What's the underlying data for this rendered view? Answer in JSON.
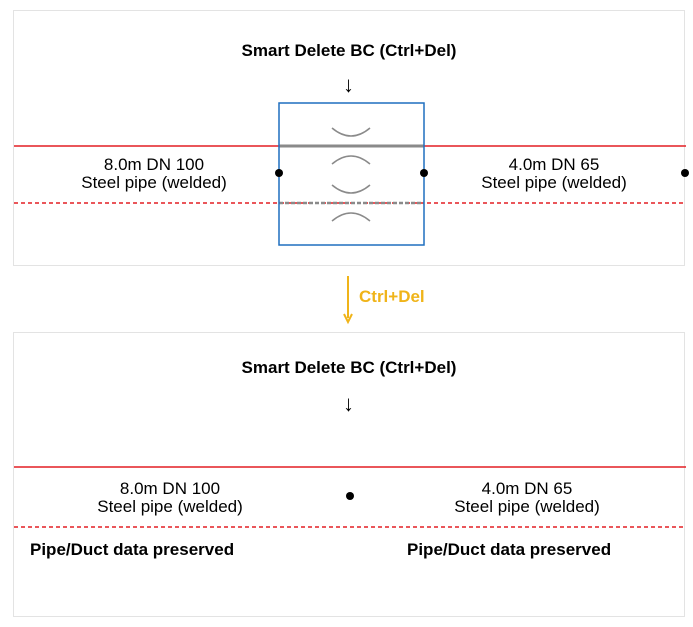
{
  "before": {
    "title": "Smart Delete BC (Ctrl+Del)",
    "arrow": "↓",
    "left_pipe": {
      "length": "8.0m DN 100",
      "material": "Steel pipe (welded)"
    },
    "right_pipe": {
      "length": "4.0m DN 65",
      "material": "Steel pipe (welded)"
    }
  },
  "transition": {
    "label": "Ctrl+Del"
  },
  "after": {
    "title": "Smart Delete BC (Ctrl+Del)",
    "arrow": "↓",
    "left_pipe": {
      "length": "8.0m DN 100",
      "material": "Steel pipe (welded)"
    },
    "right_pipe": {
      "length": "4.0m DN 65",
      "material": "Steel pipe (welded)"
    },
    "left_note": "Pipe/Duct data preserved",
    "right_note": "Pipe/Duct data preserved"
  },
  "colors": {
    "pipe_line": "#e31e24",
    "selection_box": "#1f6fbf",
    "connector": "#8a8a8a",
    "transition_accent": "#f0b419"
  }
}
